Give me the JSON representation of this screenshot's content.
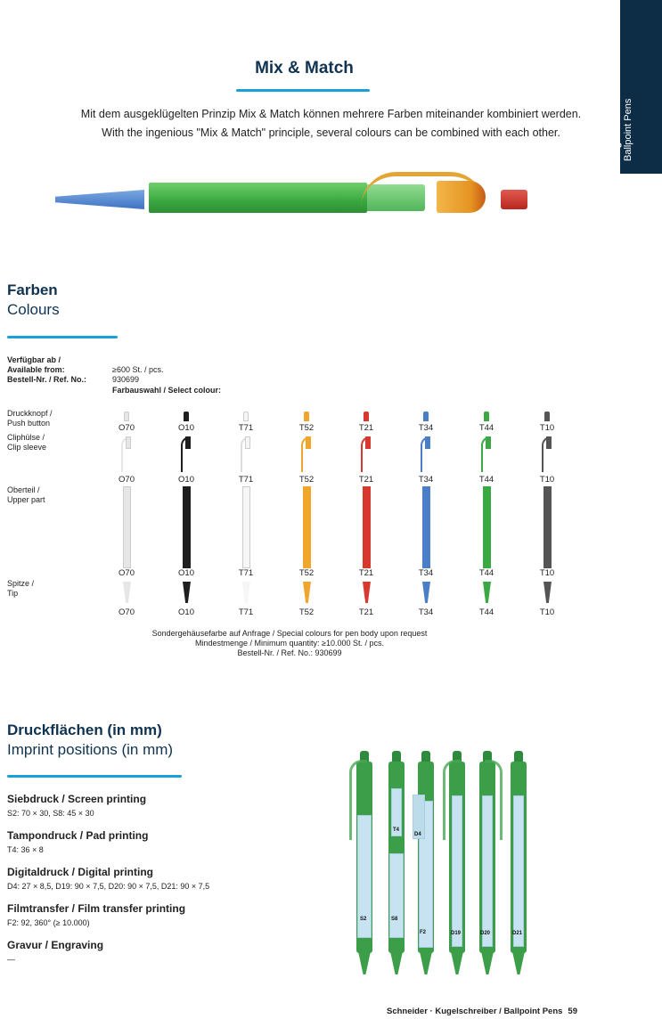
{
  "side_tab": {
    "de": "Kugelschreiber",
    "en": "Ballpoint Pens"
  },
  "title": "Mix & Match",
  "intro": {
    "de": "Mit dem ausgeklügelten Prinzip Mix & Match können mehrere Farben miteinander kombiniert werden.",
    "en": "With the ingenious \"Mix & Match\" principle, several colours can be combined with each other."
  },
  "colours": {
    "heading_de": "Farben",
    "heading_en": "Colours",
    "available_label": "Verfügbar ab /",
    "available_label2": "Available from:",
    "available_value": "≥600 St. / pcs.",
    "ref_label": "Bestell-Nr. / Ref. No.:",
    "ref_value": "930699",
    "select_label": "Farbauswahl / Select colour:",
    "rows": [
      {
        "de": "Druckknopf /",
        "en": "Push button"
      },
      {
        "de": "Cliphülse /",
        "en": "Clip sleeve"
      },
      {
        "de": "Oberteil /",
        "en": "Upper part"
      },
      {
        "de": "Spitze /",
        "en": "Tip"
      }
    ],
    "options": [
      {
        "code": "O70",
        "color": "#e6e6e6"
      },
      {
        "code": "O10",
        "color": "#1e1e1e"
      },
      {
        "code": "T71",
        "color": "#f6f6f6"
      },
      {
        "code": "T52",
        "color": "#f0a52c"
      },
      {
        "code": "T21",
        "color": "#d8392f"
      },
      {
        "code": "T34",
        "color": "#4a7fc8"
      },
      {
        "code": "T44",
        "color": "#3aa843"
      },
      {
        "code": "T10",
        "color": "#555555"
      }
    ],
    "note": [
      "Sondergehäusefarbe auf Anfrage / Special colours for pen body upon request",
      "Mindestmenge / Minimum quantity: ≥10.000 St. / pcs.",
      "Bestell-Nr. / Ref. No.: 930699"
    ]
  },
  "imprint": {
    "heading_de": "Druckflächen (in mm)",
    "heading_en": "Imprint positions (in mm)",
    "methods": [
      {
        "title": "Siebdruck / Screen printing",
        "detail": "S2: 70 × 30, S8: 45 × 30"
      },
      {
        "title": "Tampondruck / Pad printing",
        "detail": "T4: 36 × 8"
      },
      {
        "title": "Digitaldruck / Digital printing",
        "detail": "D4: 27 × 8,5, D19: 90 × 7,5, D20: 90 × 7,5, D21: 90 × 7,5"
      },
      {
        "title": "Filmtransfer / Film transfer printing",
        "detail": "F2: 92, 360° (≥ 10.000)"
      },
      {
        "title": "Gravur / Engraving",
        "detail": "—"
      }
    ],
    "pen_labels": [
      "S2",
      "S8",
      "T4",
      "D4",
      "F2",
      "D19",
      "D20",
      "D21"
    ]
  },
  "footer": {
    "text": "Schneider · Kugelschreiber / Ballpoint Pens",
    "page": "59"
  }
}
